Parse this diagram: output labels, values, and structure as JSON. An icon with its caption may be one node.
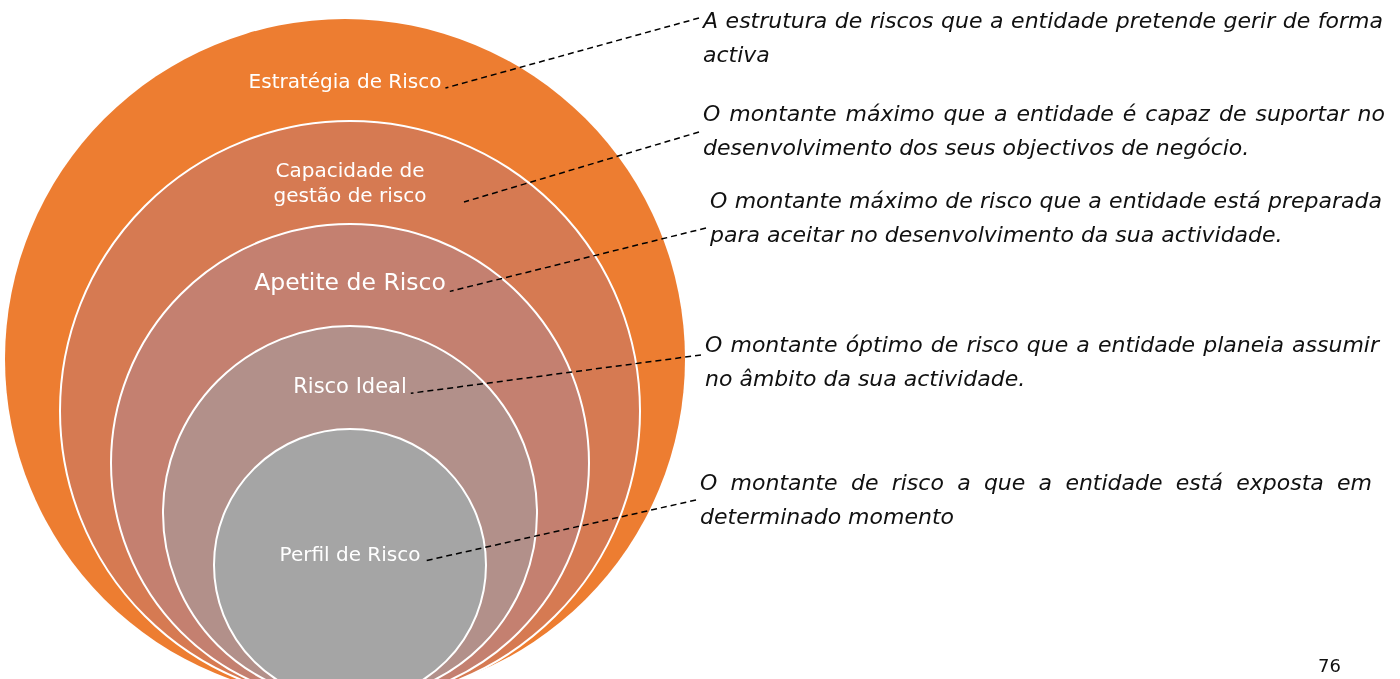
{
  "diagram": {
    "nodes": [
      {
        "text": [
          "Estratégia de Risco"
        ]
      },
      {
        "text": [
          "Capacidade de gestão de risco"
        ],
        "in": 0
      },
      {
        "text": [
          "Apetite de Risco"
        ],
        "in": 1
      },
      {
        "text": [
          "Risco Ideal"
        ],
        "in": 2
      },
      {
        "text": [
          "Perfil de Risco"
        ],
        "in": 3
      },
      {
        "text": [
          "A estrutura de riscos que a entidade pretende gerir de forma activa"
        ]
      },
      {
        "text": [
          "O montante máximo que a entidade é capaz de suportar no desenvolvimento dos seus objectivos de negócio."
        ]
      },
      {
        "text": [
          "O montante máximo de risco que a entidade está preparada para aceitar no desenvolvimento da sua actividade."
        ]
      },
      {
        "text": [
          "O montante óptimo de risco que a entidade planeia assumir no âmbito da sua actividade."
        ]
      },
      {
        "text": [
          "O montante de risco a que a entidade está exposta em determinado momento"
        ]
      }
    ],
    "edges": [
      {
        "from": 5,
        "to": 0,
        "arrow": "none",
        "style": "dashed"
      },
      {
        "from": 6,
        "to": 1,
        "arrow": "none",
        "style": "dashed"
      },
      {
        "from": 7,
        "to": 2,
        "arrow": "none",
        "style": "dashed"
      },
      {
        "from": 8,
        "to": 3,
        "arrow": "none",
        "style": "dashed"
      },
      {
        "from": 9,
        "to": 4,
        "arrow": "none",
        "style": "dashed"
      }
    ],
    "labels": [
      "76"
    ]
  }
}
